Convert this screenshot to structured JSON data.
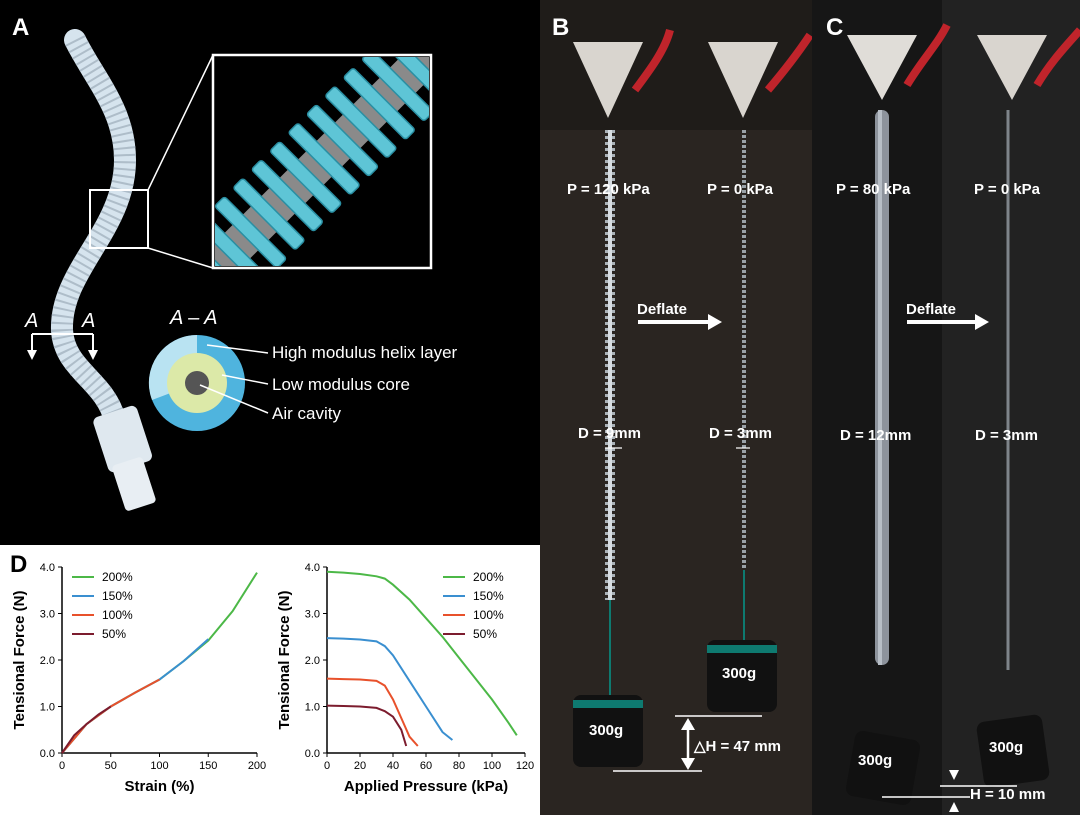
{
  "panel_labels": {
    "a": "A",
    "b": "B",
    "c": "C",
    "d": "D"
  },
  "panel_a": {
    "section_label": "A",
    "section_label_right": "A",
    "cross_section_title": "A – A",
    "legend": [
      "High modulus helix layer",
      "Low modulus core",
      "Air cavity"
    ],
    "colors": {
      "helix": "#4fb4de",
      "core": "#dce9a8",
      "cavity": "#555555",
      "outer_light": "#b9e3f2"
    }
  },
  "panel_b": {
    "left_pressure": "P = 120 kPa",
    "right_pressure": "P = 0 kPa",
    "arrow_label": "Deflate",
    "left_diameter": "D = 9mm",
    "right_diameter": "D = 3mm",
    "left_weight": "300g",
    "right_weight": "300g",
    "delta_h": "△H = 47 mm"
  },
  "panel_c": {
    "left_pressure": "P = 80 kPa",
    "right_pressure": "P = 0 kPa",
    "arrow_label": "Deflate",
    "left_diameter": "D = 12mm",
    "right_diameter": "D = 3mm",
    "left_weight": "300g",
    "right_weight": "300g",
    "delta_h": "H = 10 mm"
  },
  "chart_data": [
    {
      "type": "line",
      "xlabel": "Strain (%)",
      "ylabel": "Tensional Force (N)",
      "xlim": [
        0,
        200
      ],
      "ylim": [
        0,
        4
      ],
      "xticks": [
        "0",
        "50",
        "100",
        "150",
        "200"
      ],
      "yticks": [
        "0.0",
        "1.0",
        "2.0",
        "3.0",
        "4.0"
      ],
      "legend_position": "top-left",
      "series": [
        {
          "name": "200%",
          "color": "#4cb847",
          "x": [
            0,
            25,
            50,
            75,
            100,
            125,
            150,
            175,
            200
          ],
          "y": [
            0,
            0.62,
            1.0,
            1.3,
            1.58,
            1.98,
            2.42,
            3.05,
            3.88
          ]
        },
        {
          "name": "150%",
          "color": "#3a8fd0",
          "x": [
            0,
            25,
            50,
            75,
            100,
            125,
            150
          ],
          "y": [
            0,
            0.62,
            1.0,
            1.3,
            1.58,
            1.98,
            2.45
          ]
        },
        {
          "name": "100%",
          "color": "#e8512b",
          "x": [
            0,
            25,
            50,
            75,
            100
          ],
          "y": [
            0,
            0.62,
            1.0,
            1.3,
            1.58
          ]
        },
        {
          "name": "50%",
          "color": "#7c1c2e",
          "x": [
            0,
            12.5,
            25,
            37.5,
            50
          ],
          "y": [
            0,
            0.38,
            0.62,
            0.83,
            1.0
          ]
        }
      ]
    },
    {
      "type": "line",
      "xlabel": "Applied Pressure (kPa)",
      "ylabel": "Tensional Force (N)",
      "xlim": [
        0,
        120
      ],
      "ylim": [
        0,
        4
      ],
      "xticks": [
        "0",
        "20",
        "40",
        "60",
        "80",
        "100",
        "120"
      ],
      "yticks": [
        "0.0",
        "1.0",
        "2.0",
        "3.0",
        "4.0"
      ],
      "legend_position": "top-right",
      "series": [
        {
          "name": "200%",
          "color": "#4cb847",
          "x": [
            0,
            10,
            20,
            30,
            35,
            40,
            50,
            60,
            70,
            80,
            90,
            100,
            110,
            115
          ],
          "y": [
            3.9,
            3.88,
            3.85,
            3.8,
            3.75,
            3.62,
            3.3,
            2.9,
            2.5,
            2.05,
            1.6,
            1.15,
            0.65,
            0.38
          ]
        },
        {
          "name": "150%",
          "color": "#3a8fd0",
          "x": [
            0,
            10,
            20,
            30,
            35,
            40,
            50,
            60,
            70,
            76
          ],
          "y": [
            2.47,
            2.46,
            2.44,
            2.4,
            2.3,
            2.1,
            1.55,
            1.0,
            0.45,
            0.28
          ]
        },
        {
          "name": "100%",
          "color": "#e8512b",
          "x": [
            0,
            10,
            20,
            30,
            35,
            40,
            45,
            50,
            55
          ],
          "y": [
            1.6,
            1.59,
            1.58,
            1.55,
            1.45,
            1.15,
            0.75,
            0.35,
            0.15
          ]
        },
        {
          "name": "50%",
          "color": "#7c1c2e",
          "x": [
            0,
            10,
            20,
            30,
            35,
            40,
            45,
            48
          ],
          "y": [
            1.02,
            1.01,
            1.0,
            0.97,
            0.9,
            0.78,
            0.5,
            0.15
          ]
        }
      ]
    }
  ]
}
